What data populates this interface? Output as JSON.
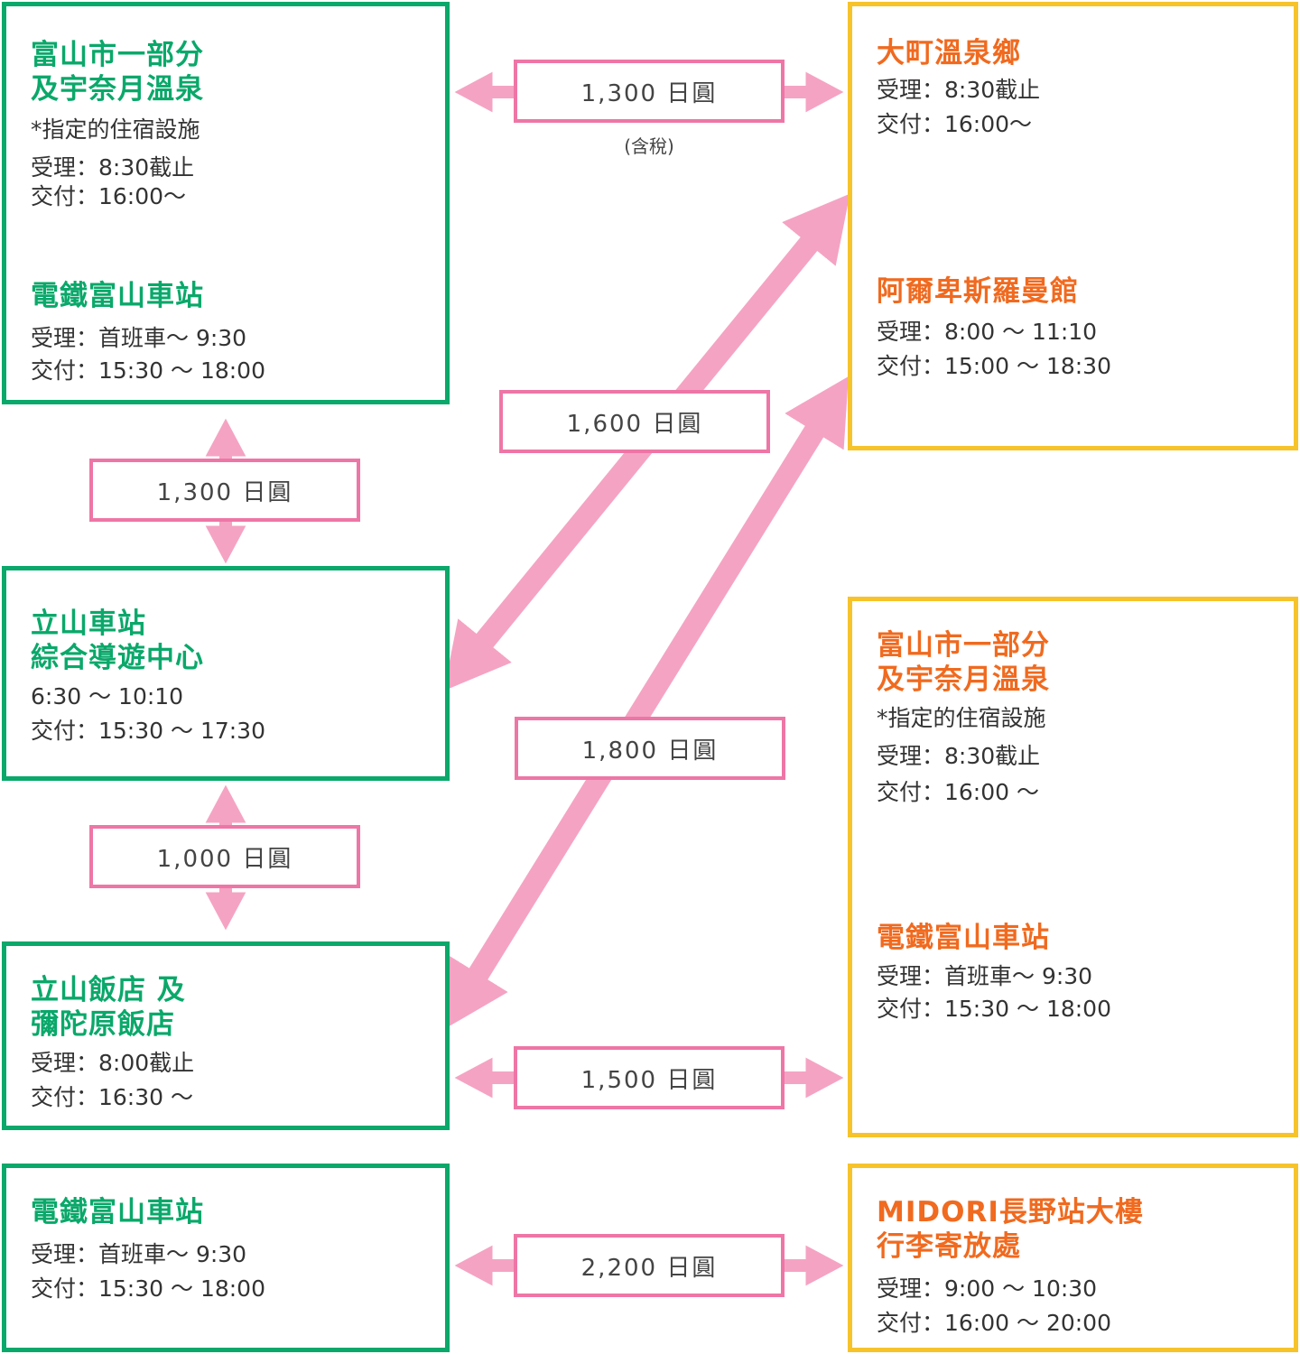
{
  "left": {
    "box1": {
      "section1": {
        "title": "富山市一部分\n及宇奈月溫泉",
        "note": "*指定的住宿設施",
        "accept": "受理：8:30截止",
        "deliver": "交付：16:00～"
      },
      "section2": {
        "title": "電鐵富山車站",
        "accept": "受理：首班車～ 9:30",
        "deliver": "交付：15:30 ～ 18:00"
      }
    },
    "box2": {
      "title": "立山車站\n綜合導遊中心",
      "accept": "6:30 ～ 10:10",
      "deliver": "交付：15:30 ～ 17:30"
    },
    "box3": {
      "title": "立山飯店 及\n彌陀原飯店",
      "accept": "受理：8:00截止",
      "deliver": "交付：16:30 ～"
    },
    "box4": {
      "title": "電鐵富山車站",
      "accept": "受理：首班車～ 9:30",
      "deliver": "交付：15:30 ～ 18:00"
    }
  },
  "right": {
    "box1": {
      "section1": {
        "title": "大町溫泉鄉",
        "accept": "受理：8:30截止",
        "deliver": "交付：16:00～"
      },
      "section2": {
        "title": "阿爾卑斯羅曼館",
        "accept": "受理：8:00 ～ 11:10",
        "deliver": "交付：15:00 ～ 18:30"
      }
    },
    "box2": {
      "section1": {
        "title": "富山市一部分\n及宇奈月溫泉",
        "note": "*指定的住宿設施",
        "accept": "受理：8:30截止",
        "deliver": "交付：16:00 ～"
      },
      "section2": {
        "title": "電鐵富山車站",
        "accept": "受理：首班車～ 9:30",
        "deliver": "交付：15:30 ～ 18:00"
      }
    },
    "box3": {
      "title": "MIDORI長野站大樓\n行李寄放處",
      "accept": "受理：9:00 ～ 10:30",
      "deliver": "交付：16:00 ～ 20:00"
    }
  },
  "prices": {
    "top": "1,300 日圓",
    "tax_note": "(含稅)",
    "left_1": "1,300 日圓",
    "left_2": "1,000 日圓",
    "diag_1": "1,600 日圓",
    "diag_2": "1,800 日圓",
    "mid": "1,500 日圓",
    "bottom": "2,200 日圓"
  },
  "colors": {
    "green": "#0aa86a",
    "yellow": "#f6c32a",
    "orange": "#f06a1f",
    "pink_border": "#ee76a6",
    "pink_arrow": "#f5a3c3"
  }
}
